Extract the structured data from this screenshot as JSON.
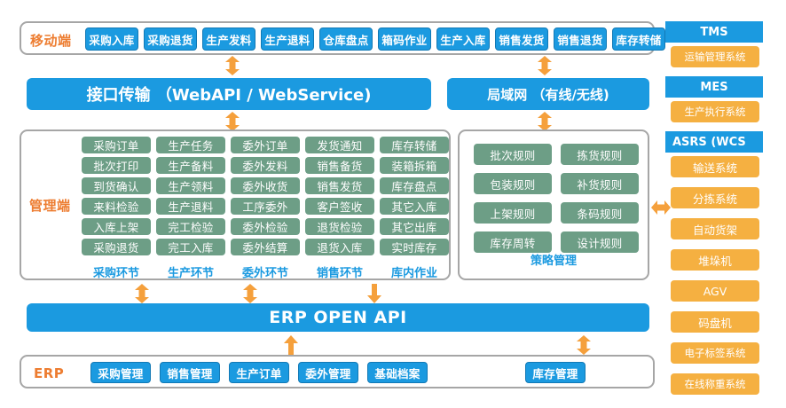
{
  "mobile": {
    "label": "移动端",
    "items": [
      "采购入库",
      "采购退货",
      "生产发料",
      "生产退料",
      "仓库盘点",
      "箱码作业",
      "生产入库",
      "销售发货",
      "销售退货",
      "库存转储"
    ]
  },
  "transport": {
    "api_bar": "接口传输 （WebAPI / WebService)",
    "lan_bar": "局域网 （有线/无线)"
  },
  "management": {
    "label": "管理端",
    "columns": [
      {
        "caption": "采购环节",
        "items": [
          "采购订单",
          "批次打印",
          "到货确认",
          "来料检验",
          "入库上架",
          "采购退货"
        ]
      },
      {
        "caption": "生产环节",
        "items": [
          "生产任务",
          "生产备料",
          "生产领料",
          "生产退料",
          "完工检验",
          "完工入库"
        ]
      },
      {
        "caption": "委外环节",
        "items": [
          "委外订单",
          "委外发料",
          "委外收货",
          "工序委外",
          "委外检验",
          "委外结算"
        ]
      },
      {
        "caption": "销售环节",
        "items": [
          "发货通知",
          "销售备货",
          "销售发货",
          "客户签收",
          "退货检验",
          "退货入库"
        ]
      },
      {
        "caption": "库内作业",
        "items": [
          "库存转储",
          "装箱拆箱",
          "库存盘点",
          "其它入库",
          "其它出库",
          "实时库存"
        ]
      }
    ]
  },
  "strategy": {
    "caption": "策略管理",
    "items": [
      "批次规则",
      "拣货规则",
      "包装规则",
      "补货规则",
      "上架规则",
      "条码规则",
      "库存周转",
      "设计规则"
    ]
  },
  "open_api": {
    "title": "ERP  OPEN API"
  },
  "erp": {
    "label": "ERP",
    "items": [
      "采购管理",
      "销售管理",
      "生产订单",
      "委外管理",
      "基础档案",
      "库存管理"
    ]
  },
  "rail": {
    "groups": [
      {
        "head": "TMS",
        "items": [
          "运输管理系统"
        ]
      },
      {
        "head": "MES",
        "items": [
          "生产执行系统"
        ]
      },
      {
        "head": "ASRS  (WCS",
        "items": [
          "输送系统",
          "分拣系统",
          "自动货架",
          "堆垛机",
          "AGV",
          "码盘机",
          "电子标签系统",
          "在线称重系统"
        ]
      }
    ]
  },
  "colors": {
    "blue": "#1b9ae0",
    "green": "#6d9e86",
    "orange": "#ed7d31",
    "amber": "#f5b041",
    "panel_border": "#a6a6a6"
  }
}
